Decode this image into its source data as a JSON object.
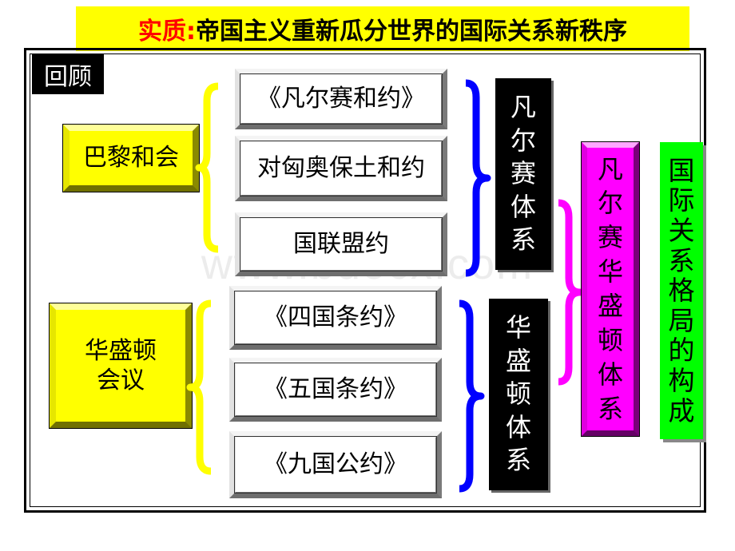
{
  "title": {
    "prefix": "实质:",
    "text": "帝国主义重新瓜分世界的国际关系新秩序"
  },
  "review_label": "回顾",
  "conferences": {
    "paris": "巴黎和会",
    "washington_line1": "华盛顿",
    "washington_line2": "会议"
  },
  "treaties": {
    "versailles": "《凡尔赛和约》",
    "austria": "对匈奥保土和约",
    "league": "国联盟约",
    "four_power": "《四国条约》",
    "five_power": "《五国条约》",
    "nine_power": "《九国公约》"
  },
  "systems": {
    "versailles_chars": [
      "凡",
      "尔",
      "赛",
      "体",
      "系"
    ],
    "washington_chars": [
      "华",
      "盛",
      "顿",
      "体",
      "系"
    ],
    "vw_chars": [
      "凡",
      "尔",
      "赛",
      "华",
      "盛",
      "顿",
      "体",
      "系"
    ],
    "pattern_chars": [
      "国",
      "际",
      "关",
      "系",
      "格",
      "局",
      "的",
      "构",
      "成"
    ]
  },
  "watermark": "www.bdocx.com",
  "colors": {
    "title_bg": "#ffff00",
    "title_prefix": "#ff0000",
    "bracket_yellow": "#ffff00",
    "bracket_blue": "#0000ff",
    "bracket_magenta": "#ff00ff",
    "magenta_box": "#ff00ff",
    "green_box": "#00ff00"
  }
}
